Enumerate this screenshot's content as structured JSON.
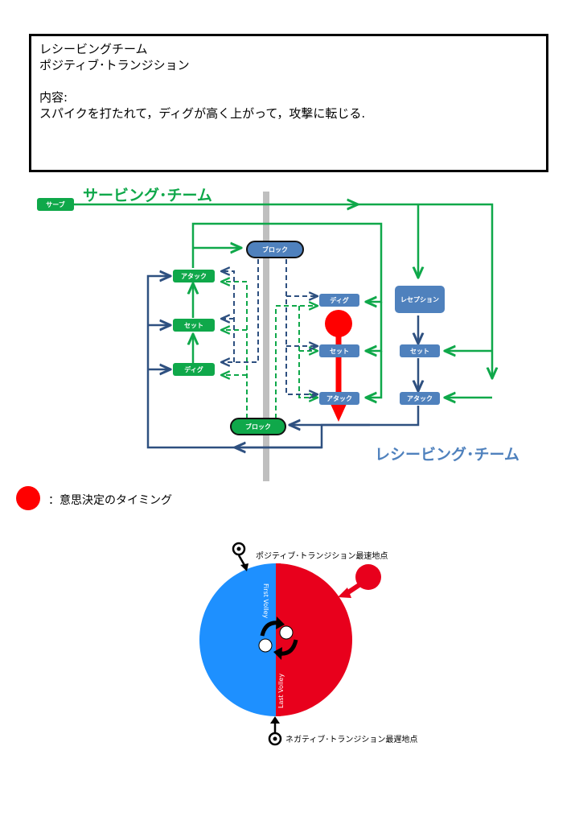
{
  "header": {
    "line1": "レシービングチーム",
    "line2": "ポジティブ･トランジション",
    "line3": "内容:",
    "line4": "スパイクを打たれて，ディグが高く上がって，攻撃に転じる."
  },
  "serving_team": {
    "title": "サービング･チーム",
    "serve": "サーブ",
    "attack": "アタック",
    "set": "セット",
    "dig": "ディグ",
    "block": "ブロック"
  },
  "receiving_team": {
    "title": "レシービング･チーム",
    "block": "ブロック",
    "dig": "ディグ",
    "set": "セット",
    "attack": "アタック",
    "reception": "レセプション",
    "set2": "セット",
    "attack2": "アタック"
  },
  "legend": {
    "text": "：意思決定のタイミング"
  },
  "circle": {
    "top_label": "ポジティブ･トランジション最速地点",
    "bottom_label": "ネガティブ･トランジション最遅地点",
    "first_volley": "First Volley",
    "last_volley": "Last Volley"
  },
  "colors": {
    "green": "#0fa84a",
    "blue": "#4f81bd",
    "navy": "#2e5080",
    "red": "#ff0000",
    "circle_blue": "#1e90ff",
    "circle_red": "#e8001c",
    "net": "#bfbfbf"
  }
}
